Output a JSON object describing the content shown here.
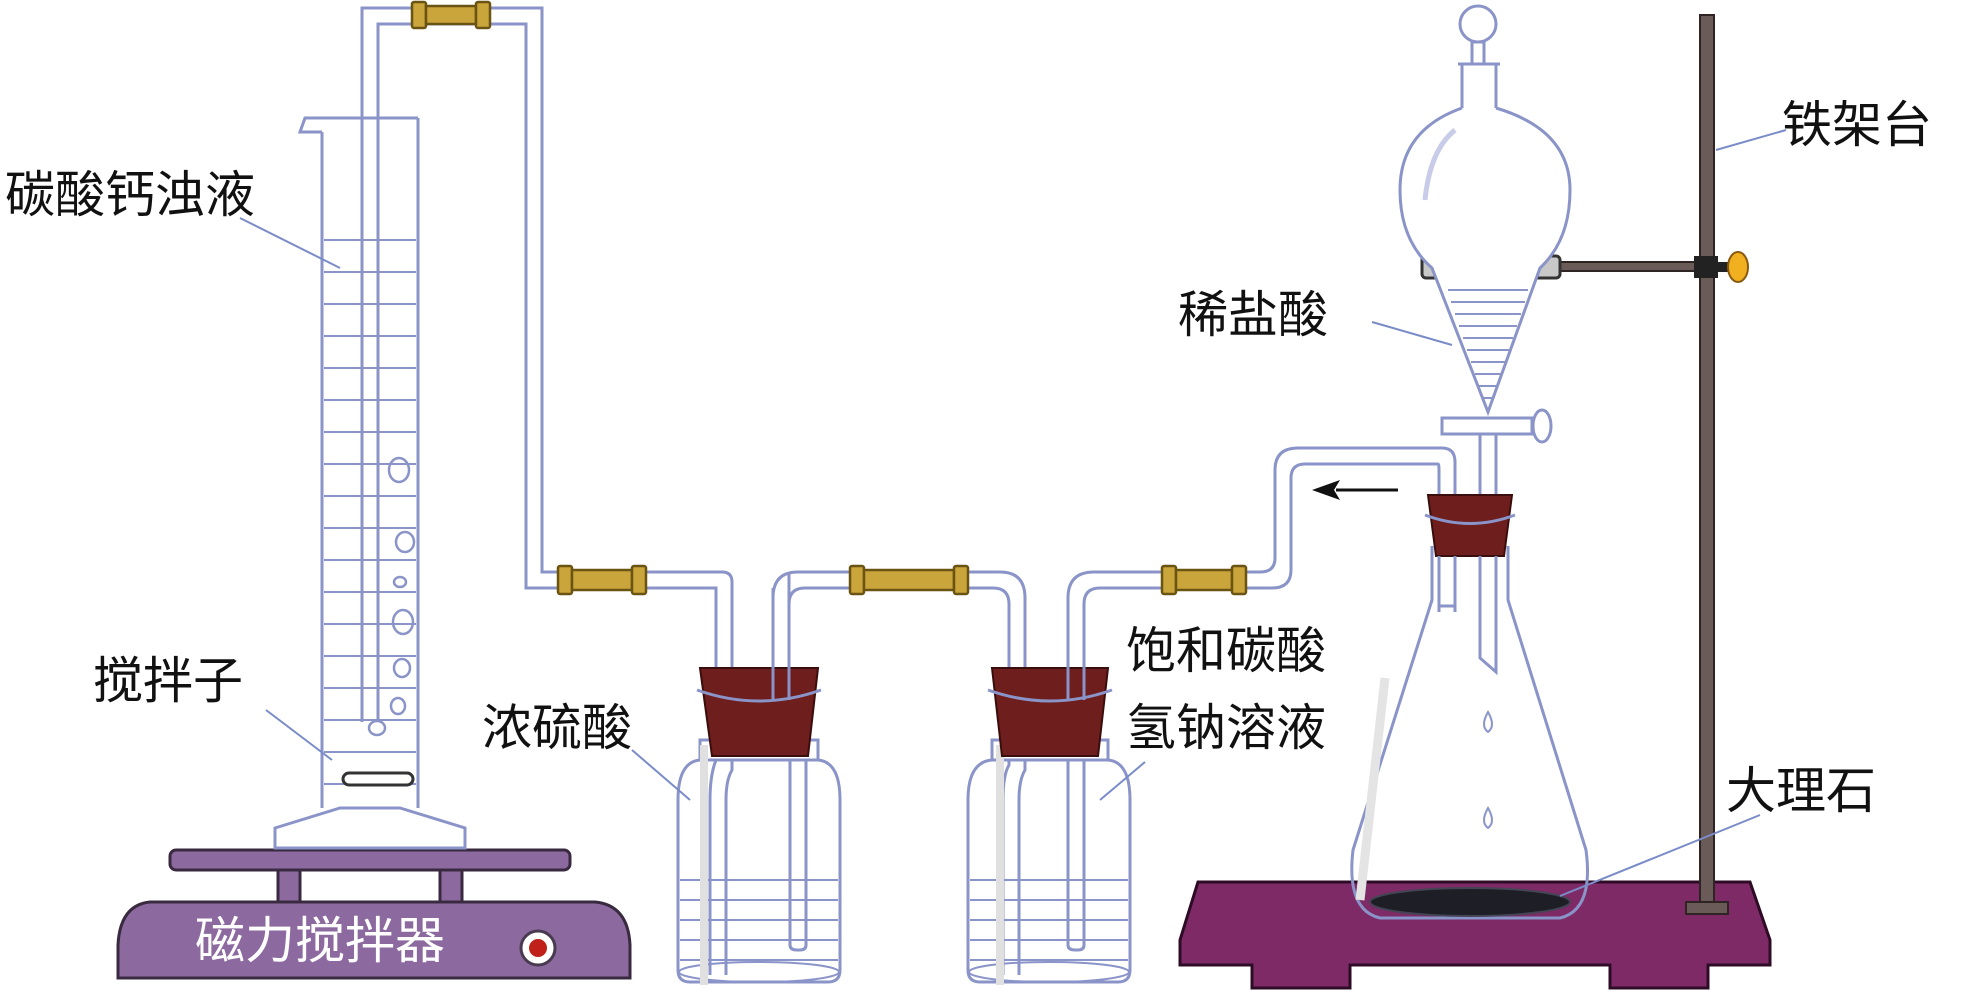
{
  "labels": {
    "calcium_carbonate_suspension": "碳酸钙浊液",
    "stir_bar": "搅拌子",
    "magnetic_stirrer": "磁力搅拌器",
    "conc_sulfuric_acid": "浓硫酸",
    "sat_nahco3_line1": "饱和碳酸",
    "sat_nahco3_line2": "氢钠溶液",
    "dilute_hcl": "稀盐酸",
    "iron_stand": "铁架台",
    "marble": "大理石"
  },
  "colors": {
    "glass": "#8a94c8",
    "stopper": "#6e1e1c",
    "connector": "#c9a53c",
    "stirrer_base": "#8c6aa0",
    "stand_base": "#7e2a66",
    "rod": "#6a5a58",
    "knob": "#f0b020",
    "indicator": "#c0201a"
  }
}
